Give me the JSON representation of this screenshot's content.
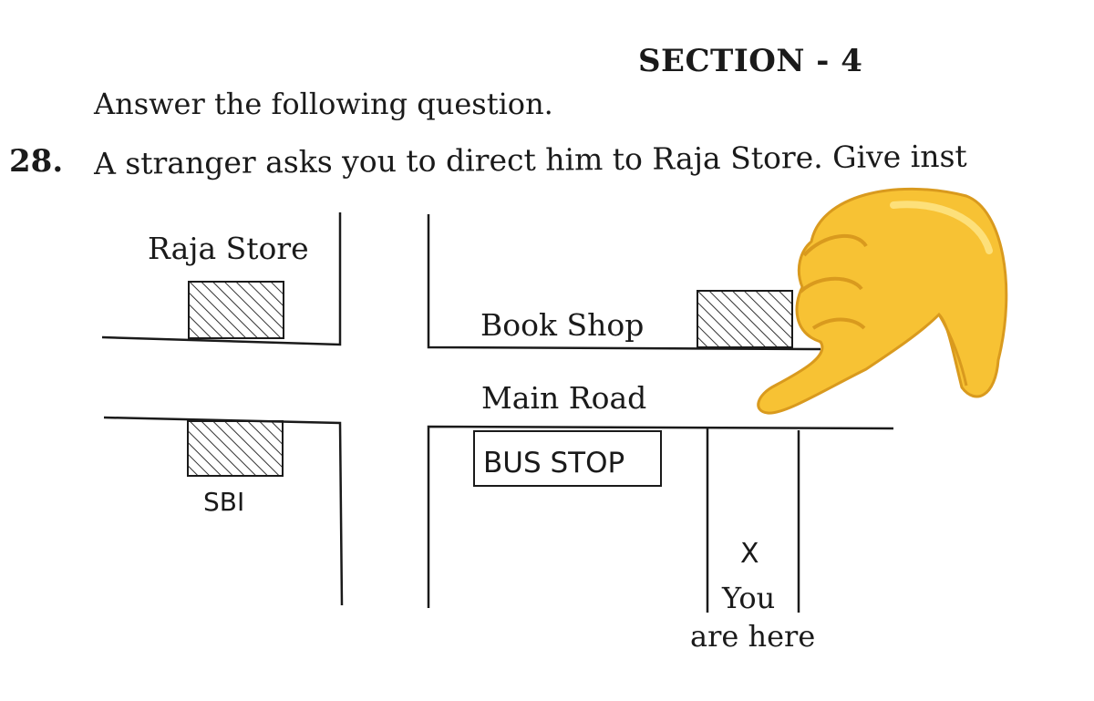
{
  "header": {
    "section": "SECTION - 4",
    "instruction": "Answer the following question."
  },
  "question": {
    "number": "28.",
    "text": "A stranger asks you to direct him to Raja Store.  Give inst"
  },
  "map": {
    "raja_store": "Raja Store",
    "book_shop": "Book Shop",
    "main_road": "Main Road",
    "bus_stop": "BUS STOP",
    "sbi": "SBI",
    "marker": "X",
    "you_here_line1": "You",
    "you_here_line2": "are here"
  },
  "icons": {
    "pointer": "pointing-down-left-hand-emoji"
  },
  "colors": {
    "ink": "#1a1a1a",
    "hand_fill": "#f7c234",
    "hand_shade": "#d99a1e"
  }
}
